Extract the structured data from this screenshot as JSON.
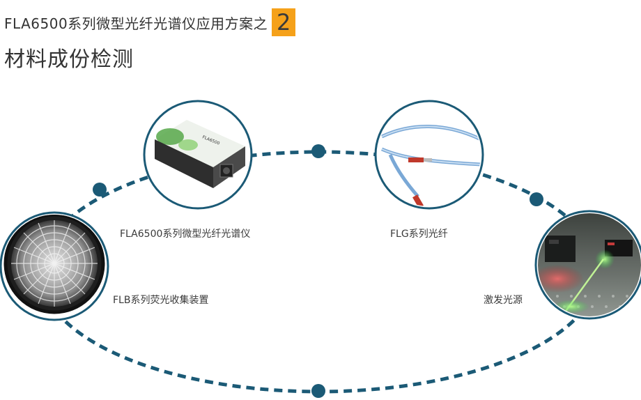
{
  "header": {
    "title": "FLA6500系列微型光纤光谱仪应用方案之",
    "number": "2",
    "subtitle": "材料成份检测"
  },
  "nodes": [
    {
      "id": "spectrometer",
      "label": "FLA6500系列微型光纤光谱仪",
      "device_text": "FLA6500"
    },
    {
      "id": "fiber",
      "label": "FLG系列光纤"
    },
    {
      "id": "light-source",
      "label": "激发光源"
    },
    {
      "id": "collector",
      "label": "FLB系列荧光收集装置"
    }
  ],
  "colors": {
    "ring": "#1b5a76",
    "badge": "#f5a11a",
    "text": "#333333"
  }
}
